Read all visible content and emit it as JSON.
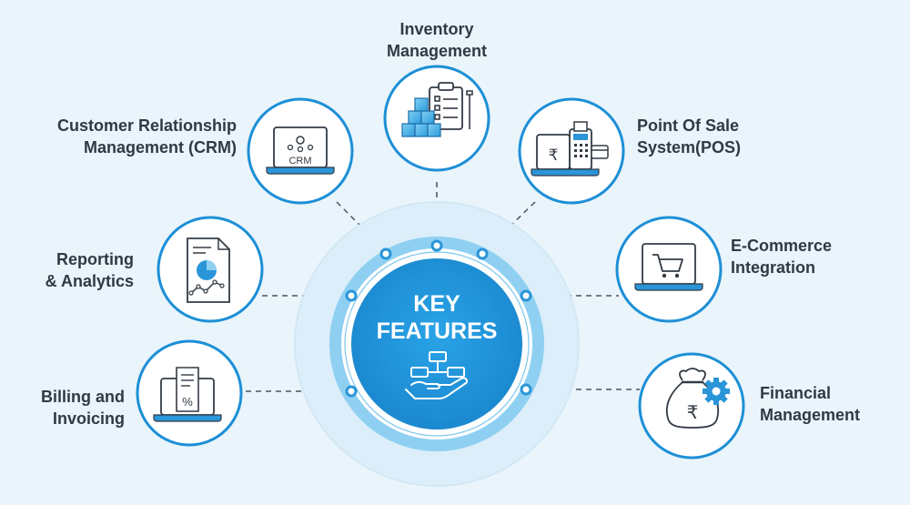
{
  "center": {
    "title_line1": "KEY",
    "title_line2": "FEATURES"
  },
  "features": {
    "inventory": {
      "line1": "Inventory",
      "line2": "Management"
    },
    "crm": {
      "line1": "Customer Relationship",
      "line2": "Management (CRM)",
      "icon_text": "CRM"
    },
    "pos": {
      "line1": "Point Of Sale",
      "line2": "System(POS)",
      "icon_text": "₹"
    },
    "reporting": {
      "line1": "Reporting",
      "line2": "& Analytics"
    },
    "ecommerce": {
      "line1": "E-Commerce",
      "line2": "Integration"
    },
    "billing": {
      "line1": "Billing and",
      "line2": "Invoicing",
      "icon_text": "%"
    },
    "financial": {
      "line1": "Financial",
      "line2": "Management",
      "icon_text": "₹"
    }
  },
  "colors": {
    "background": "#e9f4fb",
    "accent": "#1e92d6",
    "dark_blue": "#1673b6",
    "light_ring": "#8fd0f2",
    "label_text": "#2f3a44"
  },
  "icons": [
    "clipboard-boxes-icon",
    "laptop-crm-icon",
    "pos-terminal-icon",
    "report-chart-icon",
    "laptop-cart-icon",
    "laptop-invoice-icon",
    "money-bag-gear-icon",
    "hand-flowchart-icon"
  ]
}
